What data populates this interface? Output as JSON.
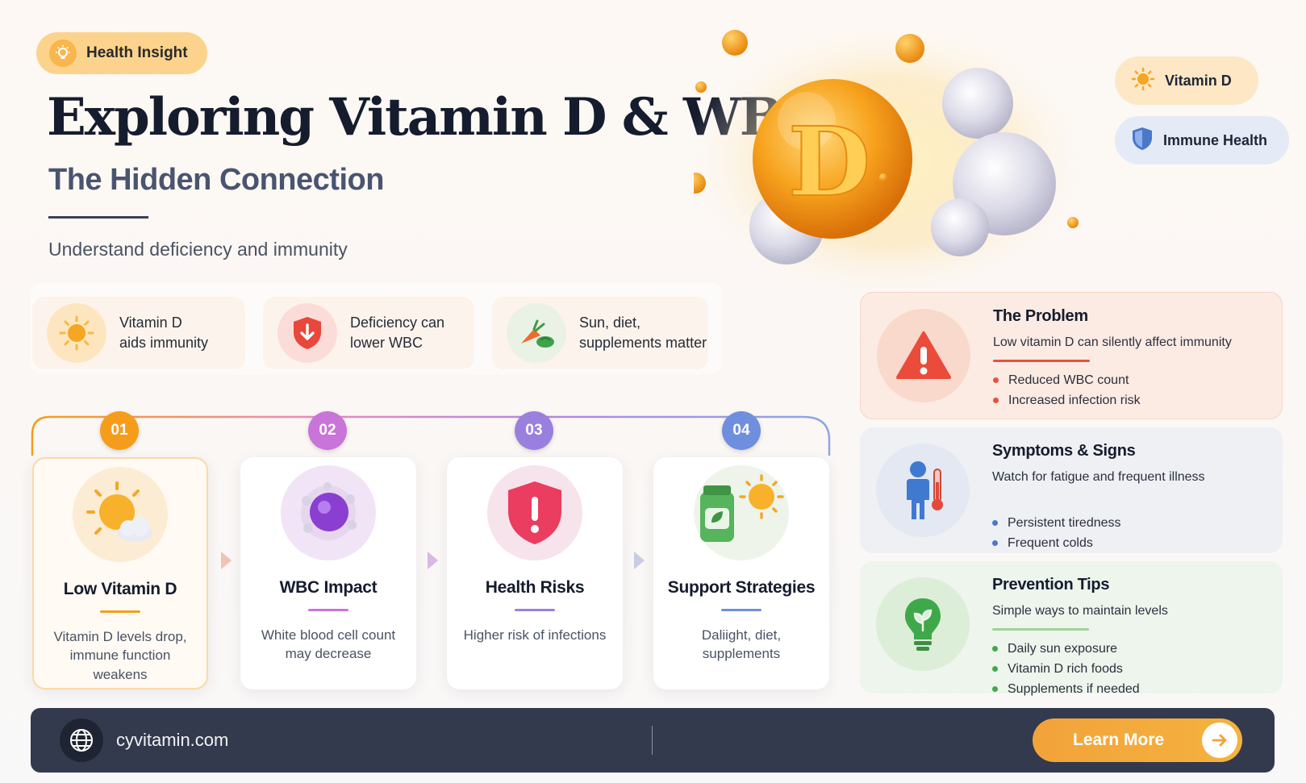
{
  "header": {
    "badge": "Health Insight",
    "title": "Exploring Vitamin D & WBC",
    "subtitle": "The Hidden Connection",
    "tagline": "Understand deficiency and immunity"
  },
  "tags": {
    "vitamin_d": "Vitamin D",
    "immune_health": "Immune Health"
  },
  "hero": {
    "letter": "D"
  },
  "facts": [
    {
      "text": "Vitamin D\naids immunity",
      "icon": "sun-icon"
    },
    {
      "text": "Deficiency can\nlower WBC",
      "icon": "shield-down-icon"
    },
    {
      "text": "Sun, diet,\nsupplements matter",
      "icon": "vegetables-icon"
    }
  ],
  "steps": [
    {
      "num": "01",
      "title": "Low Vitamin D",
      "desc": "Vitamin D levels drop, immune function weakens",
      "color": "#f59d1b"
    },
    {
      "num": "02",
      "title": "WBC Impact",
      "desc": "White blood cell count may decrease",
      "color": "#c974d8"
    },
    {
      "num": "03",
      "title": "Health Risks",
      "desc": "Higher risk of infections",
      "color": "#9a80de"
    },
    {
      "num": "04",
      "title": "Support Strategies",
      "desc": "Daliight, diet, supplements",
      "color": "#6f8fde"
    }
  ],
  "panels": {
    "problem": {
      "title": "The Problem",
      "desc": "Low vitamin D can silently affect immunity",
      "items": [
        "Reduced WBC count",
        "Increased infection risk"
      ],
      "color": "#e8523c"
    },
    "symptoms": {
      "title": "Symptoms & Signs",
      "desc": "Watch for fatigue and frequent illness",
      "items": [
        "Persistent tiredness",
        "Frequent colds"
      ],
      "color": "#4a78c9"
    },
    "prevention": {
      "title": "Prevention Tips",
      "desc": "Simple ways to maintain levels",
      "items": [
        "Daily sun exposure",
        "Vitamin D rich foods",
        "Supplements if needed"
      ],
      "color": "#43a84a"
    }
  },
  "footer": {
    "site": "cyvitamin.com",
    "cta": "Learn More"
  }
}
